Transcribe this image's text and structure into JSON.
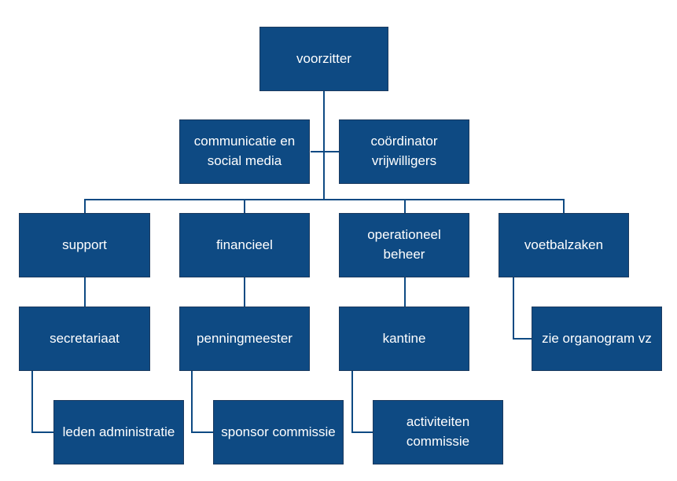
{
  "diagram": {
    "type": "org-chart",
    "colors": {
      "box": "#0e4a83",
      "border": "#1b3a5f",
      "text": "#ffffff",
      "connector": "#0e4a83"
    },
    "nodes": {
      "voorzitter": "voorzitter",
      "communicatie": "communicatie en social media",
      "coordinator": "coördinator vrijwilligers",
      "support": "support",
      "financieel": "financieel",
      "operationeel": "operationeel beheer",
      "voetbalzaken": "voetbalzaken",
      "secretariaat": "secretariaat",
      "penningmeester": "penningmeester",
      "kantine": "kantine",
      "zie_organogram": "zie organogram vz",
      "leden": "leden administratie",
      "sponsor": "sponsor commissie",
      "activiteiten": "activiteiten commissie"
    }
  }
}
